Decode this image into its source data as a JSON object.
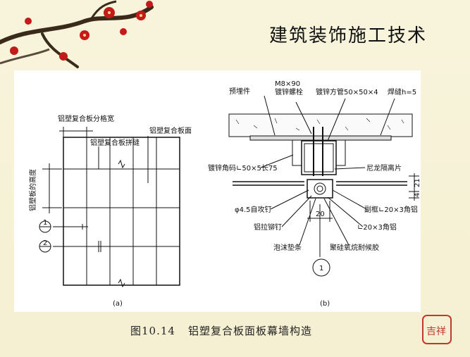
{
  "slide": {
    "title": "建筑装饰施工技术",
    "caption_number": "图10.14",
    "caption_text": "铝塑复合板面板幕墙构造",
    "seal_text": "吉祥"
  },
  "figure_a": {
    "label": "(a)",
    "label_grid_width": "铝塑复合板分格宽",
    "label_joint": "铝塑复合板拼缝",
    "label_panel": "铝塑复合板面",
    "label_height": "铝塑板的高度",
    "marker_1": "1",
    "marker_2": "2"
  },
  "figure_b": {
    "label": "(b)",
    "callout_embed": "预埋件",
    "callout_bolt_spec": "M8×90",
    "callout_bolt": "镀锌螺栓",
    "callout_tube": "镀锌方管50×50×4",
    "callout_weld": "焊缝h=5",
    "callout_angle": "镀锌角码∟50×5长75",
    "callout_nylon": "尼龙隔离片",
    "callout_screw": "φ4.5自攻钉",
    "callout_subframe": "副框∟20×3角铝",
    "callout_rivet": "铝拉铆钉",
    "callout_angle_al": "∟20×3角铝",
    "callout_foam": "泡沫垫条",
    "callout_sealant": "聚硅氧烷耐候胶",
    "dim_20": "20",
    "dim_21": "21",
    "dim_4": "4",
    "detail_number": "1"
  }
}
